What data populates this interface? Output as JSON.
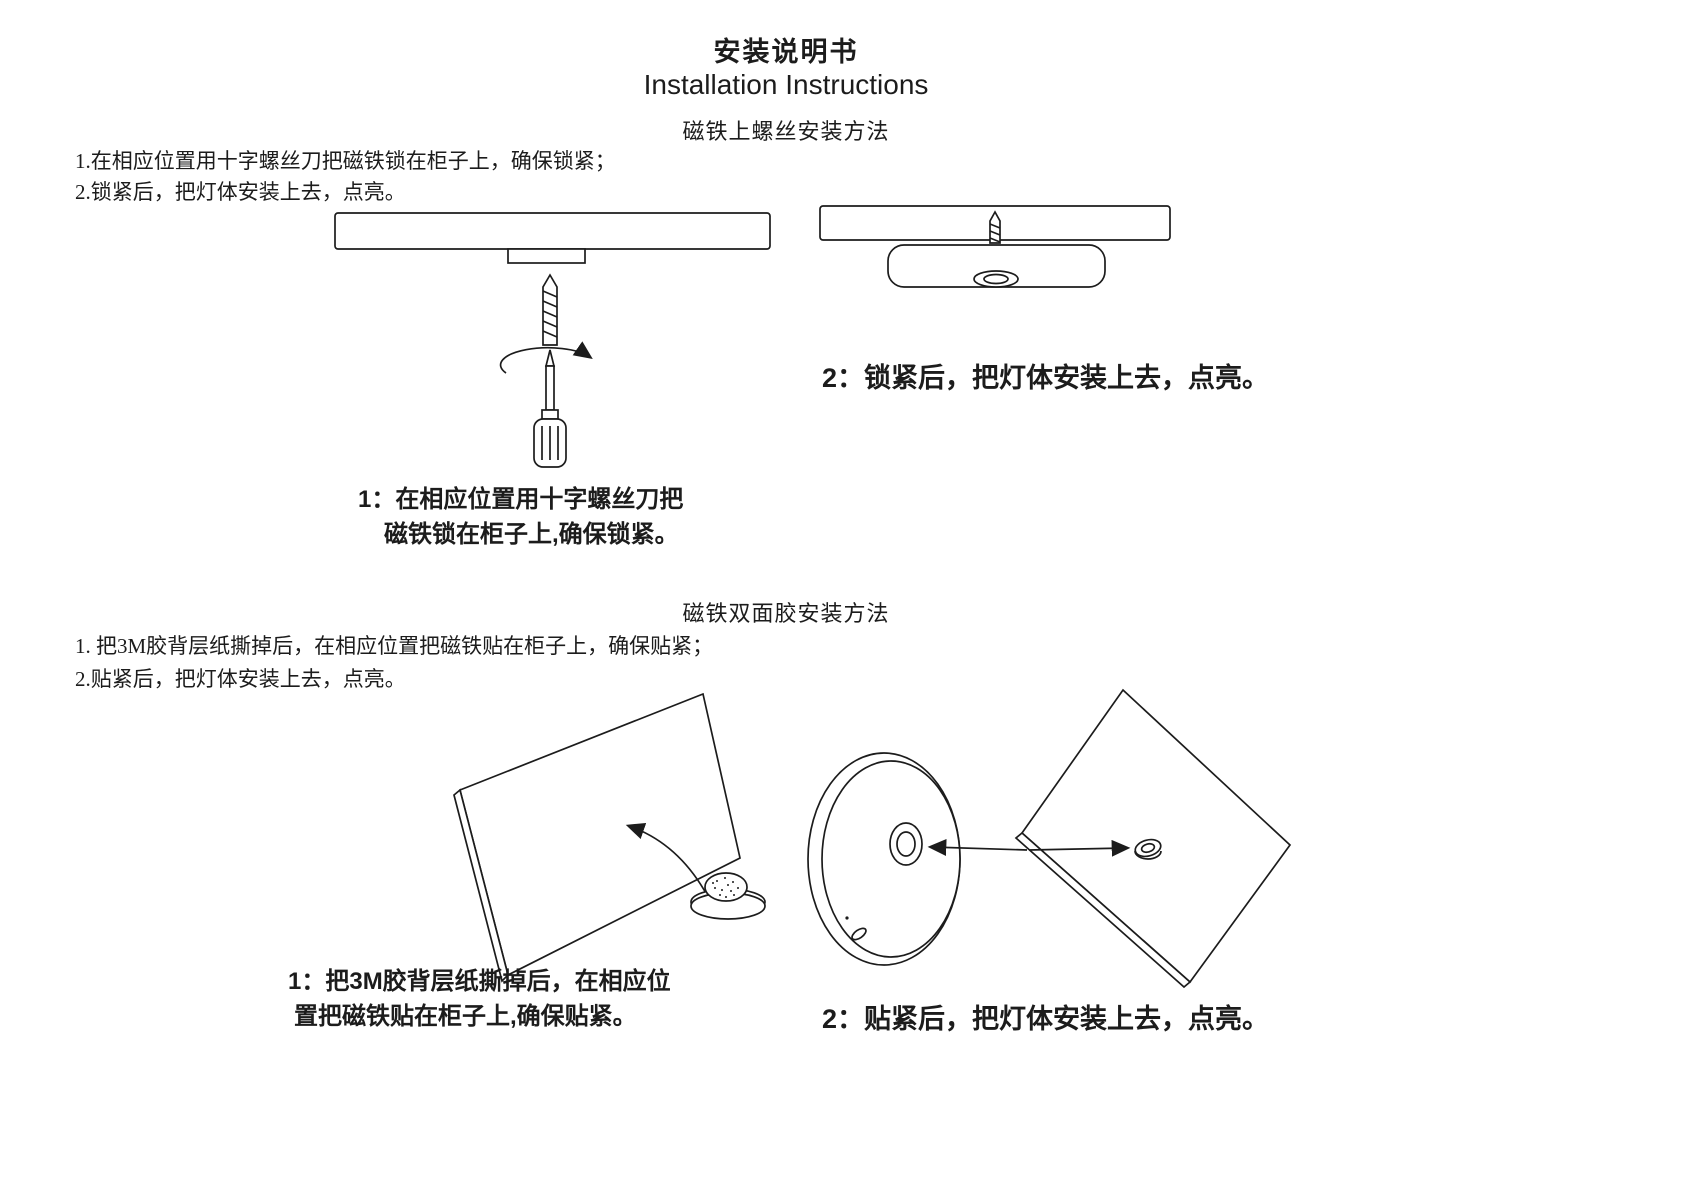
{
  "doc": {
    "title_cn": "安装说明书",
    "title_en": "Installation Instructions"
  },
  "section_screw": {
    "heading": "磁铁上螺丝安装方法",
    "steps": [
      "1.在相应位置用十字螺丝刀把磁铁锁在柜子上，确保锁紧；",
      "2.锁紧后，把灯体安装上去，点亮。"
    ],
    "fig1_caption_line1": "1：在相应位置用十字螺丝刀把",
    "fig1_caption_line2": "磁铁锁在柜子上,确保锁紧。",
    "fig2_caption": "2：锁紧后，把灯体安装上去，点亮。"
  },
  "section_adhesive": {
    "heading": "磁铁双面胶安装方法",
    "steps": [
      "1. 把3M胶背层纸撕掉后，在相应位置把磁铁贴在柜子上，确保贴紧；",
      "2.贴紧后，把灯体安装上去，点亮。"
    ],
    "fig1_caption_line1": "1：把3M胶背层纸撕掉后，在相应位",
    "fig1_caption_line2": "置把磁铁贴在柜子上,确保贴紧。",
    "fig2_caption": "2：贴紧后，把灯体安装上去，点亮。"
  },
  "colors": {
    "ink": "#1c1c1c",
    "background": "#ffffff"
  }
}
